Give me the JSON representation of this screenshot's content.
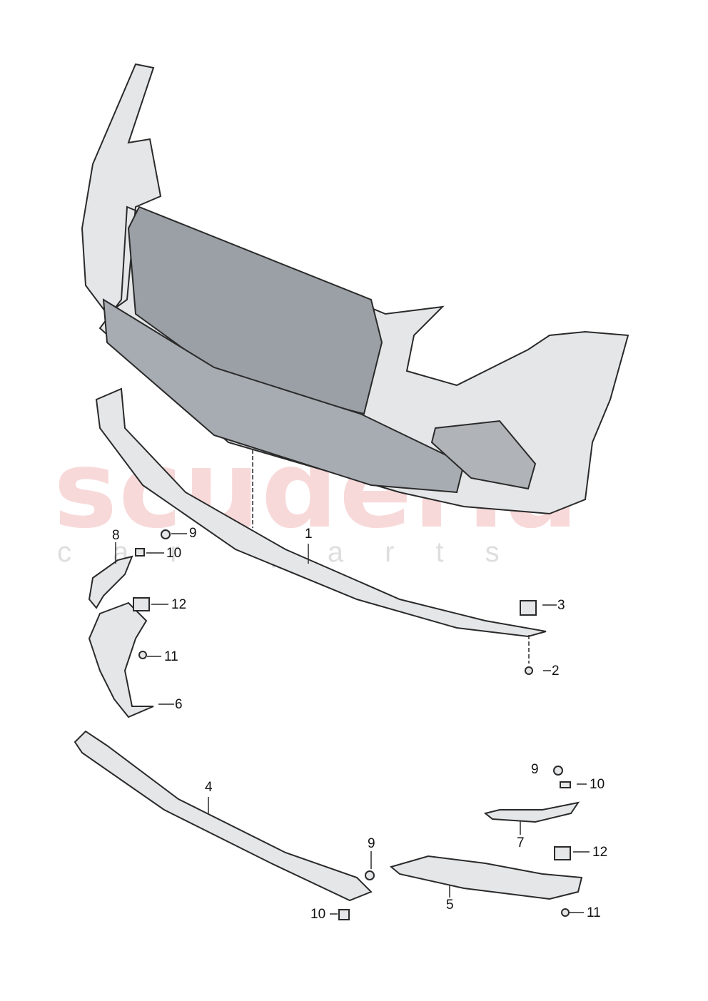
{
  "watermark": {
    "brand": "scuderia",
    "sub": "car parts"
  },
  "colors": {
    "part_fill": "#e4e6e8",
    "outline": "#2a2a2a",
    "watermark_red": "#e67878"
  },
  "callouts": [
    {
      "id": "c1",
      "text": "1"
    },
    {
      "id": "c2",
      "text": "2"
    },
    {
      "id": "c3",
      "text": "3"
    },
    {
      "id": "c4",
      "text": "4"
    },
    {
      "id": "c5",
      "text": "5"
    },
    {
      "id": "c6",
      "text": "6"
    },
    {
      "id": "c7a",
      "text": "7"
    },
    {
      "id": "c8",
      "text": "8"
    },
    {
      "id": "c9a",
      "text": "9"
    },
    {
      "id": "c10a",
      "text": "10"
    },
    {
      "id": "c12a",
      "text": "12"
    },
    {
      "id": "c11a",
      "text": "11"
    },
    {
      "id": "c9b",
      "text": "9"
    },
    {
      "id": "c10b",
      "text": "10"
    },
    {
      "id": "c12b",
      "text": "12"
    },
    {
      "id": "c9c",
      "text": "9"
    },
    {
      "id": "c10c",
      "text": "10"
    },
    {
      "id": "c11b",
      "text": "11"
    }
  ]
}
